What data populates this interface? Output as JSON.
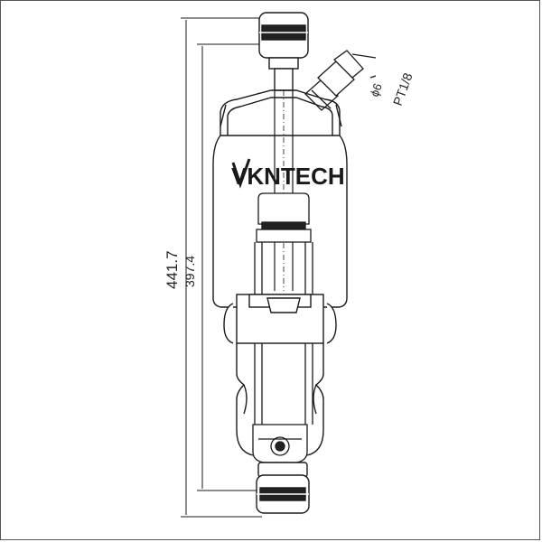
{
  "brand": {
    "name": "VKNTECH",
    "color": "#1a1a1a"
  },
  "dimensions": {
    "overall_length": "441.7",
    "eye_to_eye": "397.4",
    "port_thread": "PT1/8",
    "port_diameter": "ϕ6"
  },
  "colors": {
    "line": "#1a1a1a",
    "background": "#ffffff",
    "rubber": "#222222"
  }
}
